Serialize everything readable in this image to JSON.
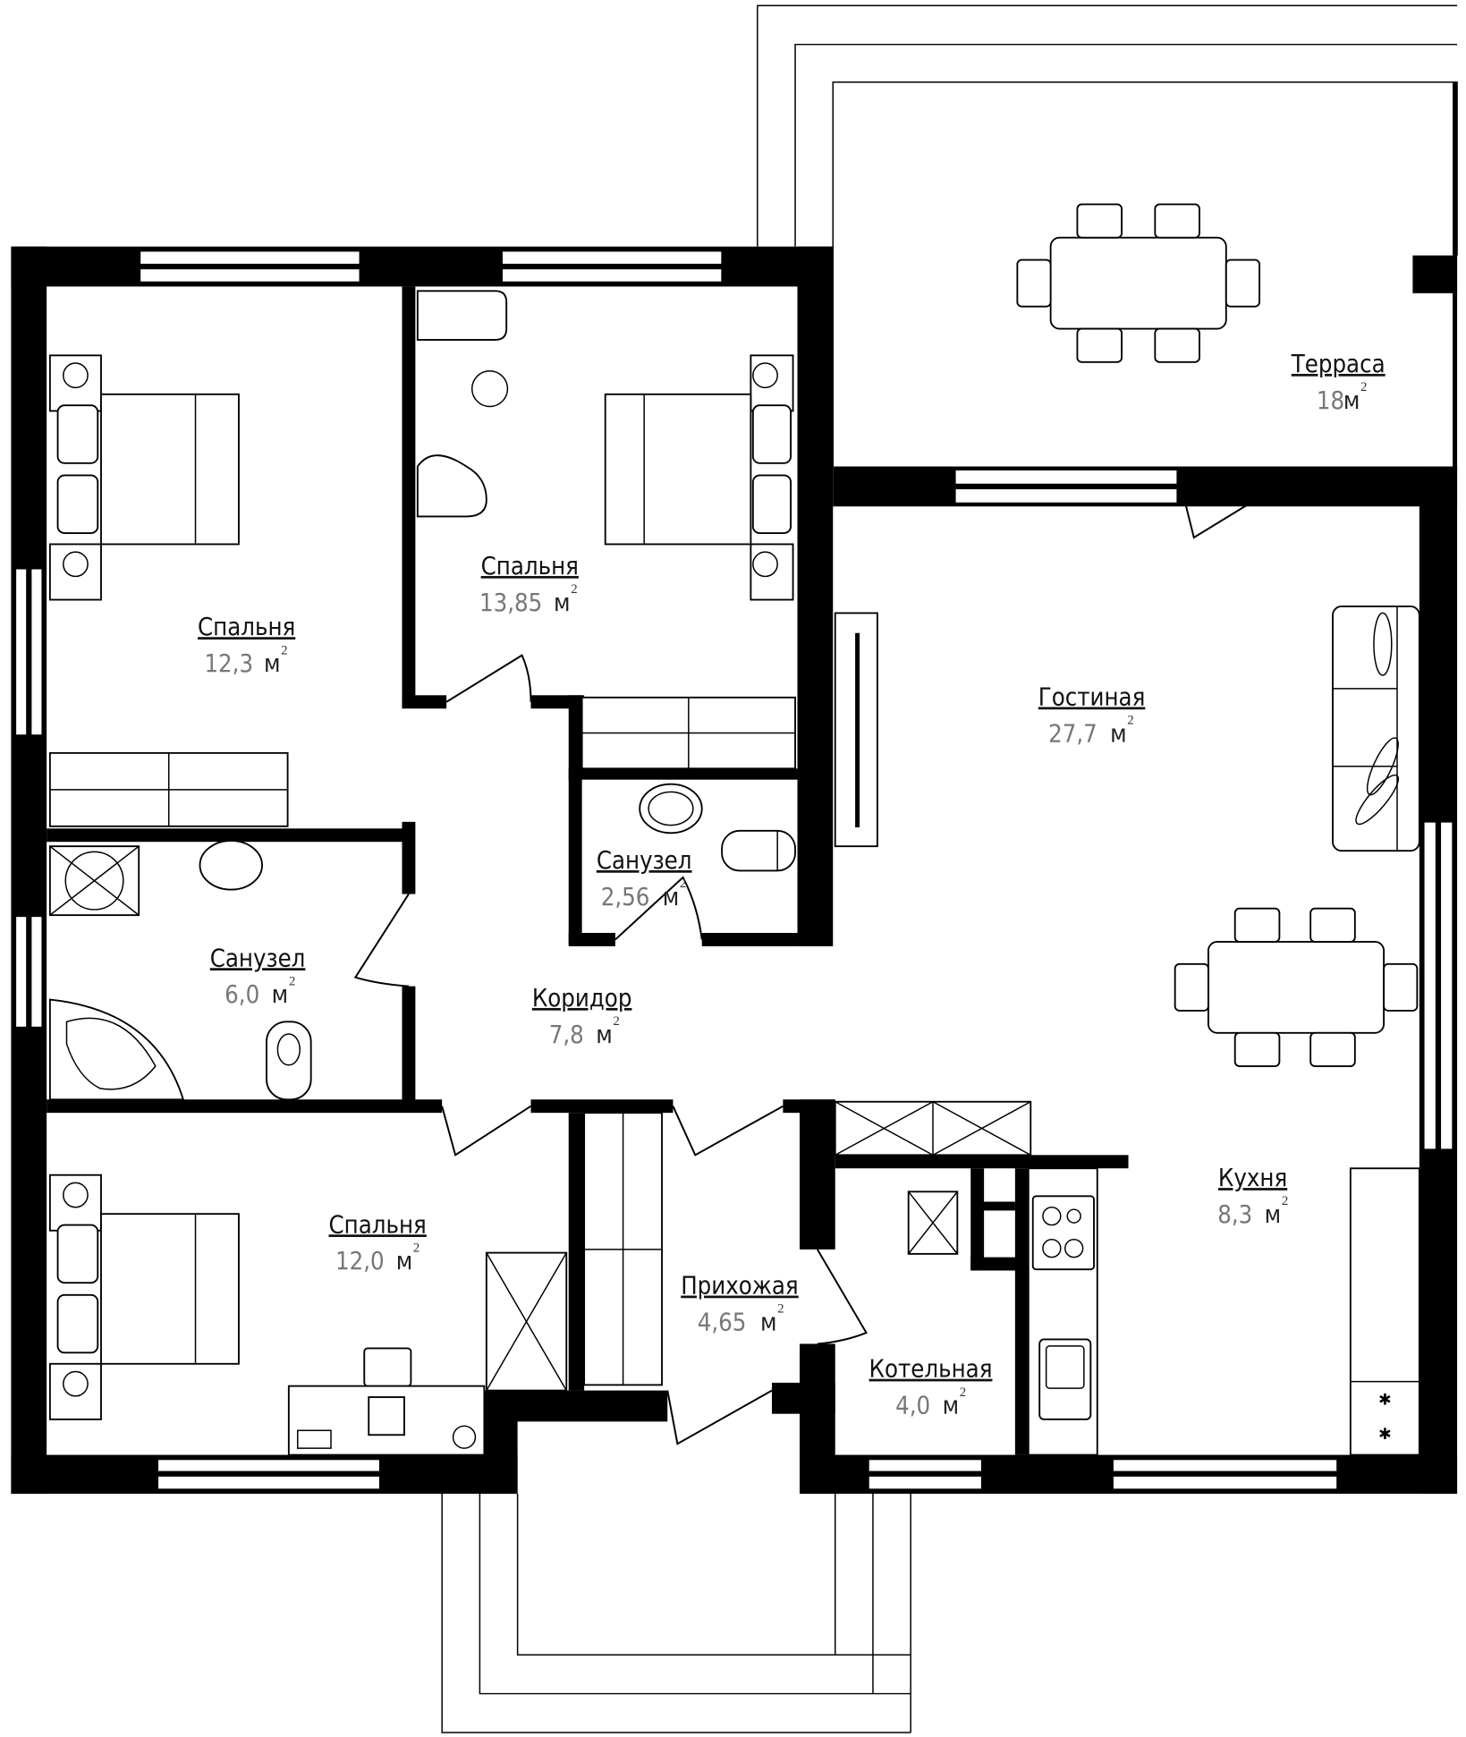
{
  "plan": {
    "unit": "м",
    "unit_sup": "2",
    "rooms": [
      {
        "id": "terrace",
        "name": "Терраса",
        "area": "18"
      },
      {
        "id": "bedroom-1",
        "name": "Спальня",
        "area": "12,3"
      },
      {
        "id": "bedroom-2",
        "name": "Спальня",
        "area": "13,85"
      },
      {
        "id": "living-room",
        "name": "Гостиная",
        "area": "27,7"
      },
      {
        "id": "bathroom-small",
        "name": "Санузел",
        "area": "2,56"
      },
      {
        "id": "bathroom-large",
        "name": "Санузел",
        "area": "6,0"
      },
      {
        "id": "corridor",
        "name": "Коридор",
        "area": "7,8"
      },
      {
        "id": "bedroom-3",
        "name": "Спальня",
        "area": "12,0"
      },
      {
        "id": "hallway",
        "name": "Прихожая",
        "area": "4,65"
      },
      {
        "id": "boiler-room",
        "name": "Котельная",
        "area": "4,0"
      },
      {
        "id": "kitchen",
        "name": "Кухня",
        "area": "8,3"
      }
    ]
  },
  "colors": {
    "wall": "#000000",
    "background": "#ffffff",
    "area_text": "#777777"
  }
}
